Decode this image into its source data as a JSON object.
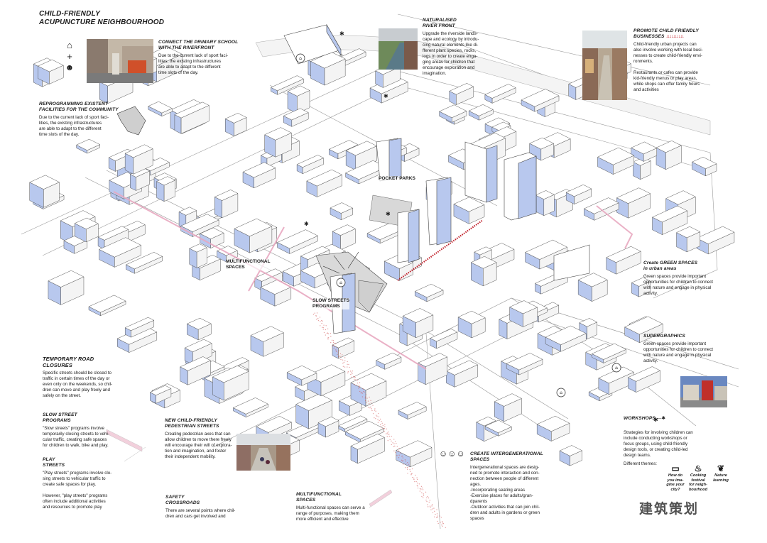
{
  "title": [
    "CHILD-FRIENDLY",
    "ACUPUNCTURE NEIGHBOURHOOD"
  ],
  "colors": {
    "accent_red": "#c0202a",
    "building_blue": "#b8c8ee",
    "pink_path": "#e8a8c0",
    "ink": "#1a1a1a"
  },
  "sections": {
    "primary_school": {
      "heading": [
        "CONNECT THE PRIMARY SCHOOL",
        "WITH THE RIVERFRONT"
      ],
      "text": [
        "Due to the current lack of sport faci-",
        "lities, the existing infrastructures",
        "are able to adapt to the different",
        "time slots of the day."
      ]
    },
    "reprogramming": {
      "heading": [
        "REPROGRAMMING EXISTENT",
        "FACILITIES FOR THE COMMUNITY"
      ],
      "text": [
        "Due to the current lack of sport faci-",
        "lities, the existing infrastructures",
        "are able to adapt to the different",
        "time slots of the day."
      ]
    },
    "river_front": {
      "heading": [
        "NATURALISED",
        "RIVER FRONT"
      ],
      "text": [
        "Upgrade the riverside lands-",
        "cape and ecology by introdu-",
        "cing natural elements like di-",
        "fferent plant species, rocks,",
        "logs in order to create enga-",
        "ging areas for children that",
        "encourage exploration and",
        "imagination."
      ]
    },
    "businesses": {
      "heading": [
        "PROMOTE CHILD FRIENDLY",
        "BUSINESSES"
      ],
      "arrows": "↓↓↓↓↓↓↓↓↓↓",
      "text": [
        "Child-friendly urban projects can",
        "also involve working with local busi-",
        "nesses to create child-friendly envi-",
        "ronments.",
        "",
        "Restaurants or cafes can provide",
        "kid-friendly menus or play areas,",
        "while shops can offer family hours",
        "and activities"
      ]
    },
    "green_spaces": {
      "heading": [
        "Create GREEN SPACES",
        "in urban areas"
      ],
      "text": [
        "Green spaces provide important",
        "opportunities for children to connect",
        "with nature and engage in physical",
        "activity."
      ]
    },
    "supergraphics": {
      "heading": [
        "SUPERGRAPHICS"
      ],
      "text": [
        "Green spaces provide important",
        "opportunities for children to connect",
        "with nature and engage in physical",
        "activity."
      ]
    },
    "workshops": {
      "heading": "WORKSHOPS",
      "text": [
        "Strategies for involving children can",
        "include conducting workshops or",
        "focus groups, using child-friendly",
        "design tools, or creating child-led",
        "design teams."
      ],
      "themes_label": "Different themes:",
      "themes": [
        {
          "label": [
            "How do",
            "you ima-",
            "gine your",
            "city?"
          ],
          "icon": "easel-icon"
        },
        {
          "label": [
            "Cooking",
            "festival",
            "for neigh-",
            "bourhood"
          ],
          "icon": "chef-hat-icon"
        },
        {
          "label": [
            "Nature",
            "learning"
          ],
          "icon": "sprout-icon"
        }
      ]
    },
    "road_closures": {
      "heading": [
        "TEMPORARY ROAD",
        "CLOSURES"
      ],
      "text": [
        "Specific streets should be closed to",
        "traffic in certain times of the day or",
        "even only on the weekends, so chil-",
        "dren can move and play freely and",
        "safely on the street."
      ]
    },
    "slow_street": {
      "heading": [
        "SLOW STREET",
        "PROGRAMS"
      ],
      "text": [
        "\"Slow streets\" programs involve",
        "temporarily closing streets to vehi-",
        "cular traffic, creating safe spaces",
        "for children to walk, bike and play."
      ]
    },
    "play_streets": {
      "heading": [
        "PLAY",
        "STREETS"
      ],
      "text": [
        "\"Play streets\" programs involve clo-",
        "sing streets to vehicular traffic to",
        "create safe spaces for play.",
        "",
        "However, \"play streets\" programs",
        "often include additional activities",
        "and resources to promote play"
      ]
    },
    "pedestrian": {
      "heading": [
        "NEW CHILD-FRIENDLY",
        "PEDESTRIAN STREETS"
      ],
      "text": [
        "Creating pedestrian axes that can",
        "allow children to move there freely",
        "will encourage their will of explora-",
        "tion and imagination, and foster",
        "their independent mobility."
      ]
    },
    "crossroads": {
      "heading": [
        "SAFETY",
        "CROSSROADS"
      ],
      "text": [
        "There are several points where chil-",
        "dren and cars get involved and"
      ]
    },
    "multifunctional": {
      "heading": [
        "MULTIFUNCTIONAL",
        "SPACES"
      ],
      "text": [
        "Multi-functional spaces can serve a",
        "range of purposes, making them",
        "more efficient and effective"
      ]
    },
    "intergenerational": {
      "heading": [
        "CREATE INTERGENERATIONAL",
        "SPACES"
      ],
      "text": [
        "Intergenerational spaces are desig-",
        "ned to promote interaction and con-",
        "nection between people of different",
        "ages.",
        "-Incorporating seating areas",
        "-Exercise places for adults/gran-",
        "dparents",
        "-Outdoor activities that can join chil-",
        "dren and adults in gardens or green",
        "spaces"
      ]
    }
  },
  "map_labels": {
    "pocket_parks": "POCKET PARKS",
    "multifunctional": [
      "MULTIFUNCTIONAL",
      "SPACES"
    ],
    "slow_streets": [
      "SLOW STREETS",
      "PROGRAMS"
    ]
  },
  "watermark": "建筑策划"
}
